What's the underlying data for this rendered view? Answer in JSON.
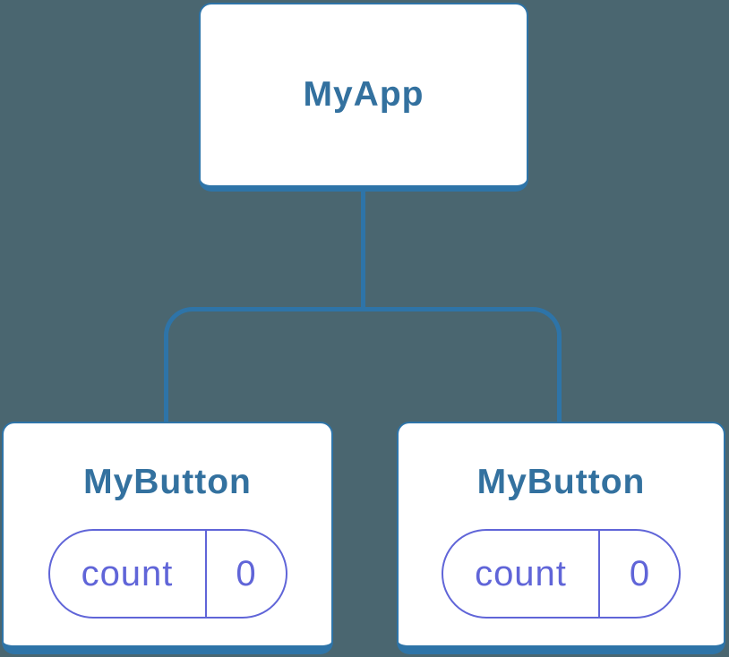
{
  "diagram": {
    "type": "component-tree",
    "root": {
      "label": "MyApp"
    },
    "children": [
      {
        "title": "MyButton",
        "state": {
          "key": "count",
          "value": "0"
        }
      },
      {
        "title": "MyButton",
        "state": {
          "key": "count",
          "value": "0"
        }
      }
    ]
  },
  "colors": {
    "background": "#4a6670",
    "node_fill": "#ffffff",
    "node_border": "#2e74a8",
    "title_text": "#33719f",
    "connector": "#2e74a8",
    "state_accent": "#6065d8"
  }
}
